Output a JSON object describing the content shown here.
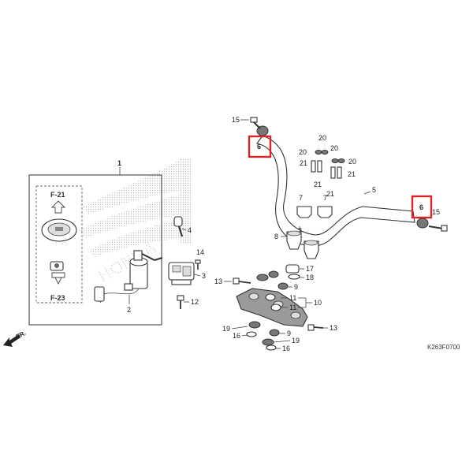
{
  "colors": {
    "line": "#333333",
    "highlight": "#d9262b",
    "logo": "#c9c9c9",
    "background": "#ffffff"
  },
  "diagram_code": "K263F0700",
  "front_indicator": {
    "label": "FR.",
    "icon": "front-arrow-icon"
  },
  "logo": {
    "text": "HONDA",
    "icon": "honda-wing-logo-icon"
  },
  "ignition_group": {
    "number": "1",
    "ref_up": "F-21",
    "ref_down": "F-23",
    "labels": {
      "p2": "2",
      "p3": "3",
      "p4": "4",
      "p12": "12",
      "p14": "14"
    }
  },
  "handlebar_group": {
    "labels": {
      "p5": "5",
      "p6_left": "6",
      "p6_right": "6",
      "p7_left": "7",
      "p7_right": "7",
      "p8": "8",
      "p9_upper": "9",
      "p9_lower": "9",
      "p10": "10",
      "p11_a": "11",
      "p11_b": "11",
      "p13_left": "13",
      "p13_right": "13",
      "p15_left": "15",
      "p15_right": "15",
      "p16_left": "16",
      "p16_right": "16",
      "p17": "17",
      "p18": "18",
      "p19_left": "19",
      "p19_right": "19",
      "p20_a": "20",
      "p20_b": "20",
      "p20_c": "20",
      "p21_a": "21",
      "p21_b": "21",
      "p21_c": "21",
      "p21_d": "21"
    }
  }
}
